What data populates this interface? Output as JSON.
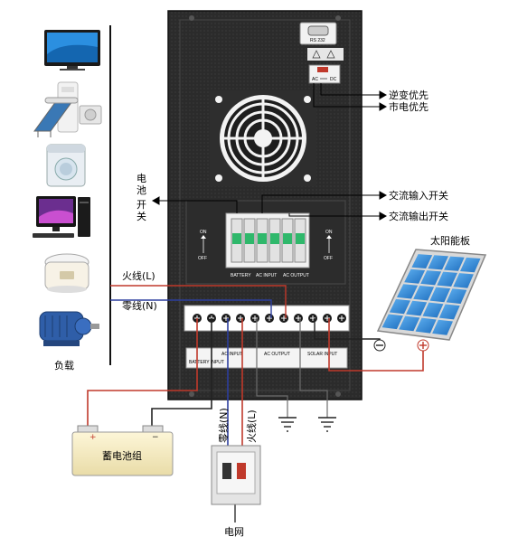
{
  "labels": {
    "inverter_priority": "逆变优先",
    "mains_priority": "市电优先",
    "battery_switch_1": "电",
    "battery_switch_2": "池",
    "battery_switch_3": "开",
    "battery_switch_4": "关",
    "ac_input_switch": "交流输入开关",
    "ac_output_switch": "交流输出开关",
    "solar_panel": "太阳能板",
    "live_wire": "火线(L)",
    "neutral_wire": "零线(N)",
    "load": "负载",
    "battery_pack": "蓄电池组",
    "grid_neutral": "零线(N)",
    "grid_live": "火线(L)",
    "grid": "电网"
  },
  "panel_text": {
    "rs232": "RS 232",
    "ac": "AC",
    "dc": "DC",
    "on": "ON",
    "off": "OFF",
    "breaker_battery": "BATTERY",
    "breaker_ac_input": "AC INPUT",
    "breaker_ac_output": "AC OUTPUT",
    "term_battery": "BATTERY INPUT",
    "term_ac_input": "AC INPUT",
    "term_ac_output": "AC OUTPUT",
    "term_solar": "SOLAR INPUT"
  },
  "colors": {
    "panel": "#2a2a2a",
    "live": "#c0392b",
    "neutral": "#2d3f9e",
    "ground": "#6d6d6d",
    "solar_cell": "#3b8fd8",
    "breaker_green": "#2fb86b"
  }
}
